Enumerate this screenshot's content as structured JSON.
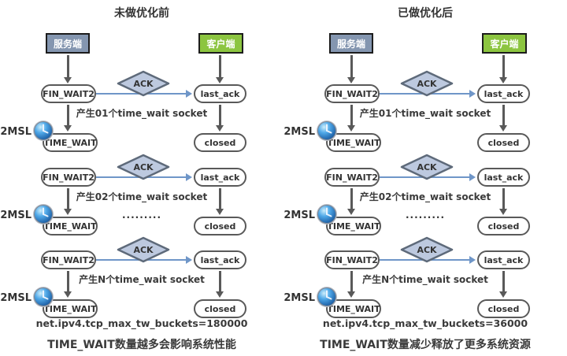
{
  "panels": [
    {
      "title": "未做优化前",
      "server_label": "服务端",
      "client_label": "客户端",
      "rows": [
        {
          "left_state": "FIN_WAIT2",
          "ack_label": "ACK",
          "right_state": "last_ack",
          "caption": "产生01个time_wait socket",
          "msl_label": "2MSL",
          "wait_state": "TIME_WAIT",
          "closed_state": "closed"
        },
        {
          "left_state": "FIN_WAIT2",
          "ack_label": "ACK",
          "right_state": "last_ack",
          "caption": "产生02个time_wait socket",
          "msl_label": "2MSL",
          "wait_state": "TIME_WAIT",
          "closed_state": "closed"
        },
        {
          "left_state": "FIN_WAIT2",
          "ack_label": "ACK",
          "right_state": "last_ack",
          "caption": "产生N个time_wait socket",
          "msl_label": "2MSL",
          "wait_state": "TIME_WAIT",
          "closed_state": "closed"
        }
      ],
      "dots": ".........",
      "sysctl": "net.ipv4.tcp_max_tw_buckets=180000",
      "summary": "TIME_WAIT数量越多会影响系统性能"
    },
    {
      "title": "已做优化后",
      "server_label": "服务端",
      "client_label": "客户端",
      "rows": [
        {
          "left_state": "FIN_WAIT2",
          "ack_label": "ACK",
          "right_state": "last_ack",
          "caption": "产生01个time_wait socket",
          "msl_label": "2MSL",
          "wait_state": "TIME_WAIT",
          "closed_state": "closed"
        },
        {
          "left_state": "FIN_WAIT2",
          "ack_label": "ACK",
          "right_state": "last_ack",
          "caption": "产生02个time_wait socket",
          "msl_label": "2MSL",
          "wait_state": "TIME_WAIT",
          "closed_state": "closed"
        },
        {
          "left_state": "FIN_WAIT2",
          "ack_label": "ACK",
          "right_state": "last_ack",
          "caption": "产生N个time_wait socket",
          "msl_label": "2MSL",
          "wait_state": "TIME_WAIT",
          "closed_state": "closed"
        }
      ],
      "dots": ".........",
      "sysctl": "net.ipv4.tcp_max_tw_buckets=36000",
      "summary": "TIME_WAIT数量减少释放了更多系统资源"
    }
  ],
  "colors": {
    "server_fill": "#8496B0",
    "client_fill": "#8CC540",
    "diamond_fill": "#BDC9DF",
    "diamond_border": "#5E6A7A",
    "line_gray": "#595959",
    "ack_blue": "#6F96C8",
    "ink": "#3A3A3A"
  }
}
